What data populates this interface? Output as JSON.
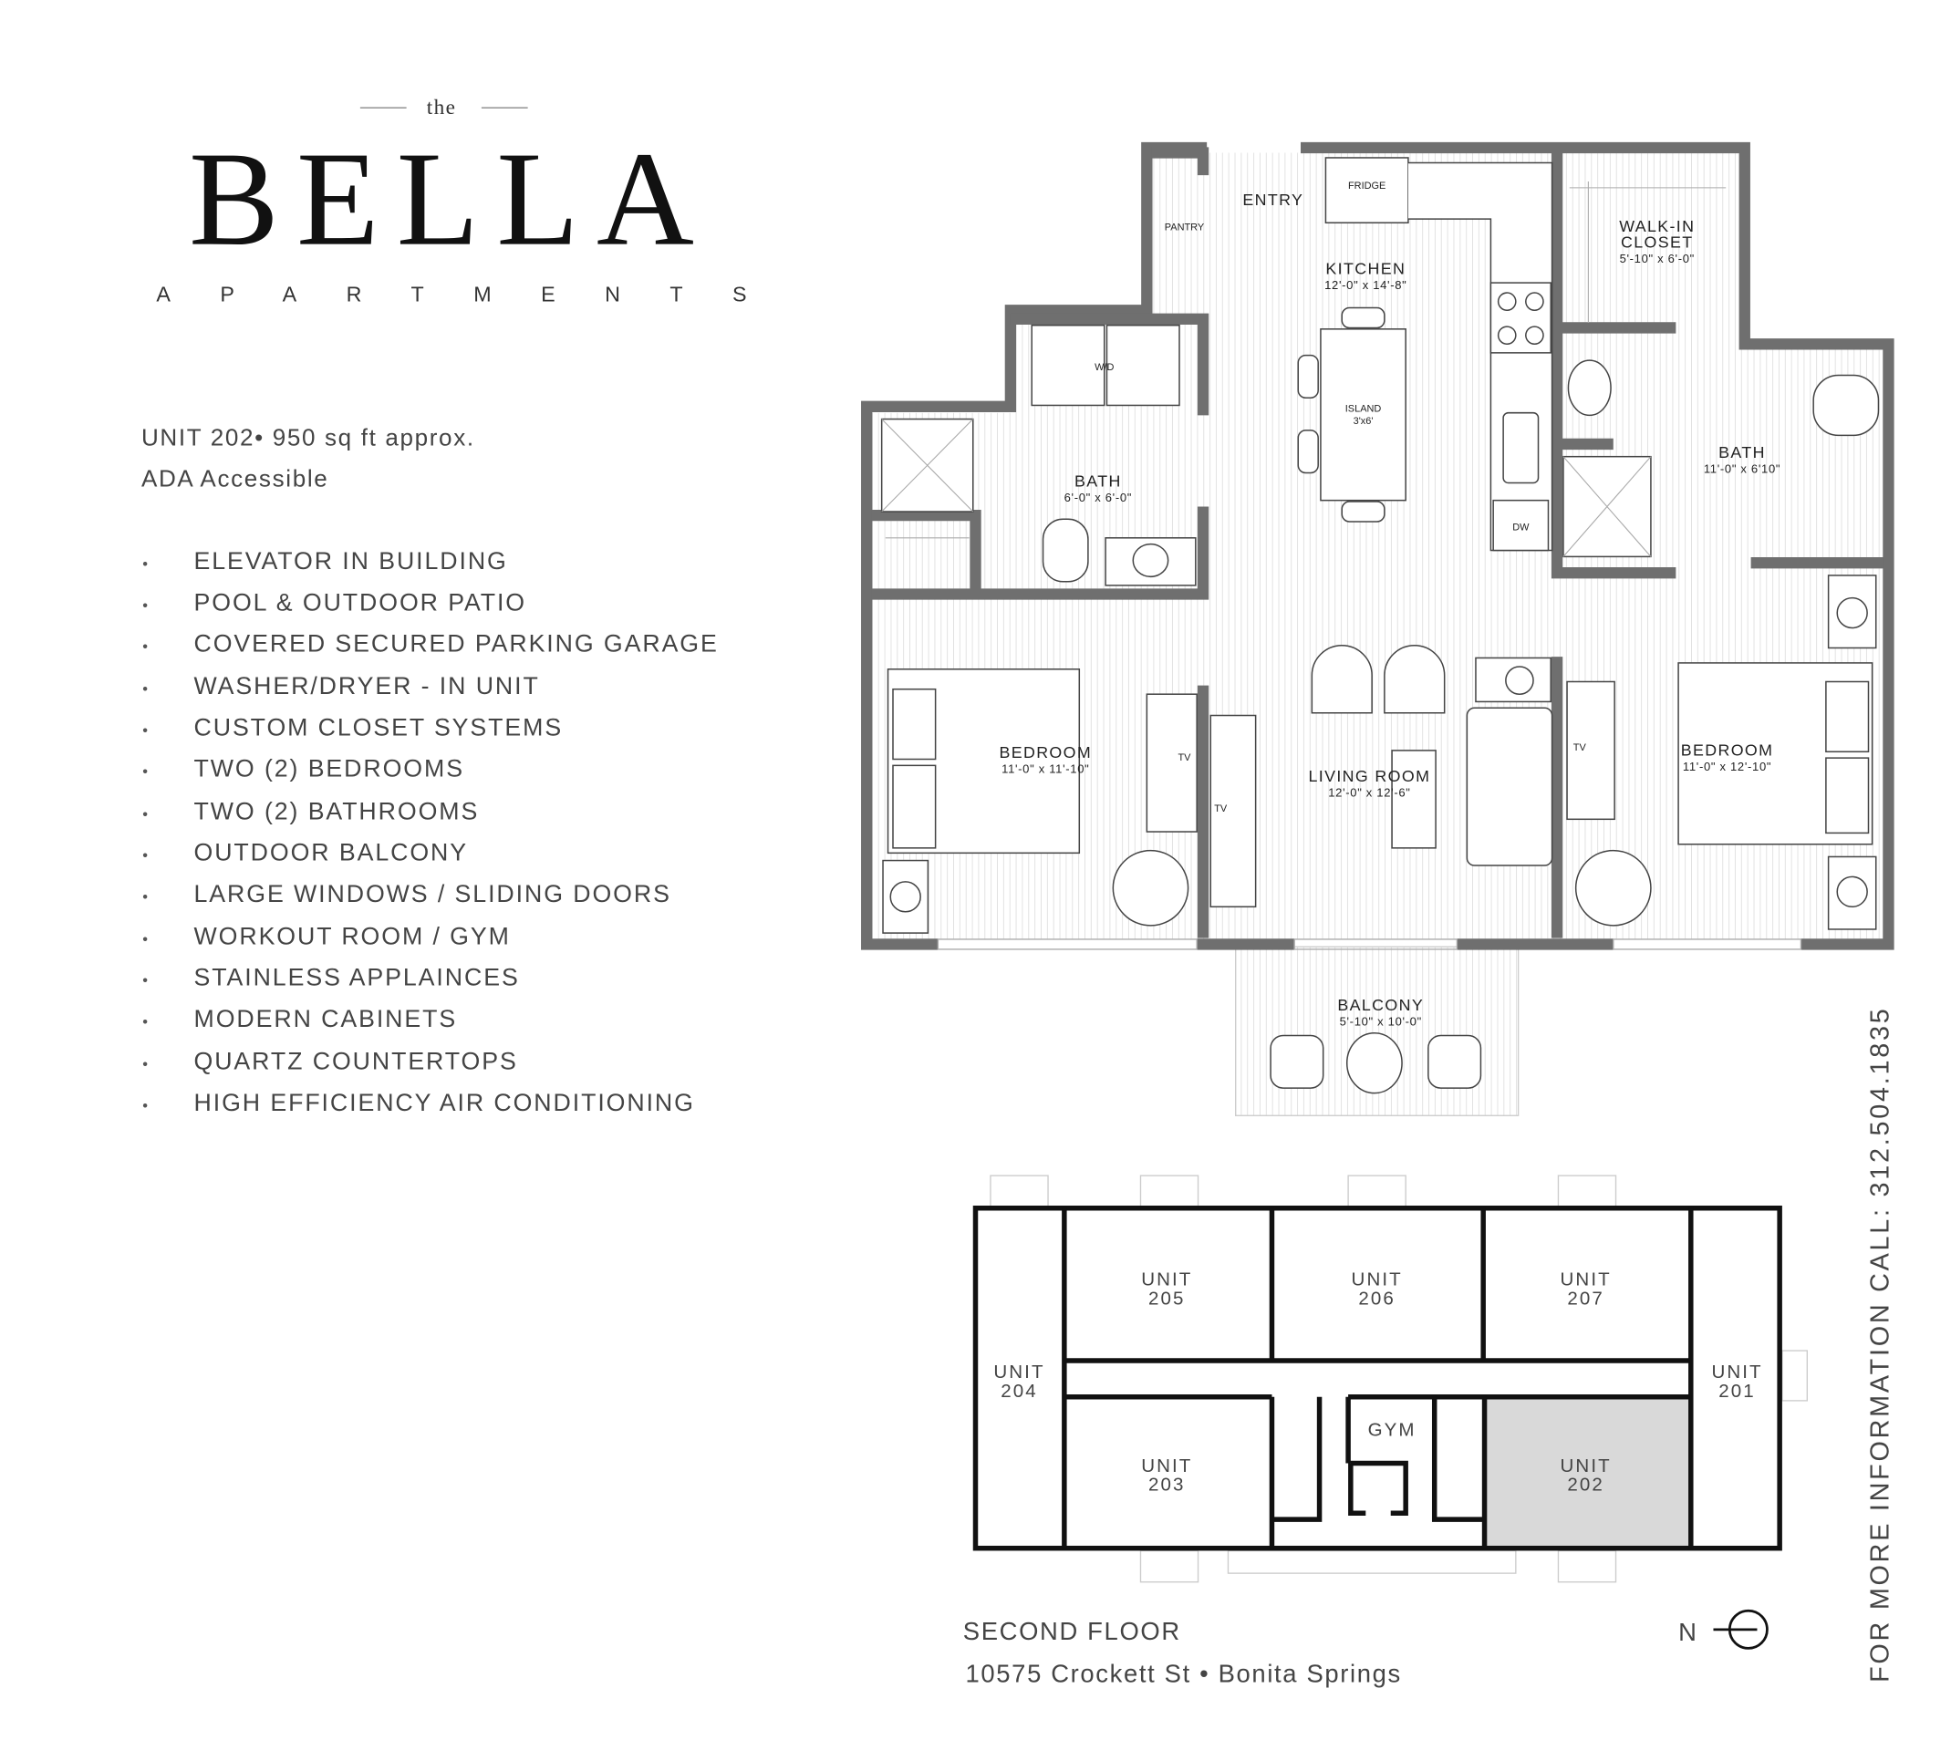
{
  "brand": {
    "prefix": "the",
    "name": "BELLA",
    "subtitle": "APARTMENTS"
  },
  "unit": {
    "line1": "UNIT 202• 950 sq ft approx.",
    "line2": "ADA Accessible"
  },
  "features": [
    "ELEVATOR IN BUILDING",
    "POOL & OUTDOOR PATIO",
    "COVERED SECURED PARKING GARAGE",
    "WASHER/DRYER - IN UNIT",
    "CUSTOM CLOSET SYSTEMS",
    "TWO (2) BEDROOMS",
    "TWO (2) BATHROOMS",
    "OUTDOOR BALCONY",
    "LARGE WINDOWS / SLIDING DOORS",
    "WORKOUT ROOM / GYM",
    "STAINLESS APPLAINCES",
    "MODERN CABINETS",
    "QUARTZ COUNTERTOPS",
    "HIGH EFFICIENCY AIR CONDITIONING"
  ],
  "bullet": "•",
  "floorplan": {
    "rooms": {
      "kitchen": {
        "name": "KITCHEN",
        "dims": "12'-0\" x 14'-8\""
      },
      "closet": {
        "name1": "WALK-IN",
        "name2": "CLOSET",
        "dims": "5'-10\" x 6'-0\""
      },
      "bath_left": {
        "name": "BATH",
        "dims": "6'-0\" x 6'-0\""
      },
      "bath_right": {
        "name": "BATH",
        "dims": "11'-0\" x 6'10\""
      },
      "bedroom_left": {
        "name": "BEDROOM",
        "dims": "11'-0\" x 11'-10\""
      },
      "living": {
        "name": "LIVING ROOM",
        "dims": "12'-0\" x 12'-6\""
      },
      "bedroom_right": {
        "name": "BEDROOM",
        "dims": "11'-0\" x 12'-10\""
      },
      "balcony": {
        "name": "BALCONY",
        "dims": "5'-10\" x 10'-0\""
      }
    },
    "labels": {
      "entry": "ENTRY",
      "pantry": "PANTRY",
      "fridge": "FRIDGE",
      "wd": "W/D",
      "island": "ISLAND",
      "island_size": "3'x6'",
      "dw": "DW",
      "tv": "TV"
    }
  },
  "keyplan": {
    "units": [
      "UNIT 205",
      "UNIT 206",
      "UNIT 207",
      "UNIT 204",
      "UNIT 201",
      "UNIT 203",
      "UNIT 202"
    ],
    "unit_word": "UNIT",
    "numbers": {
      "u205": "205",
      "u206": "206",
      "u207": "207",
      "u204": "204",
      "u201": "201",
      "u203": "203",
      "u202": "202"
    },
    "gym": "GYM",
    "highlight_color": "#d9d9d9",
    "floor": "SECOND FLOOR",
    "address": "10575 Crockett St • Bonita Springs",
    "north": "N"
  },
  "contact": "FOR MORE INFORMATION CALL: 312.504.1835"
}
